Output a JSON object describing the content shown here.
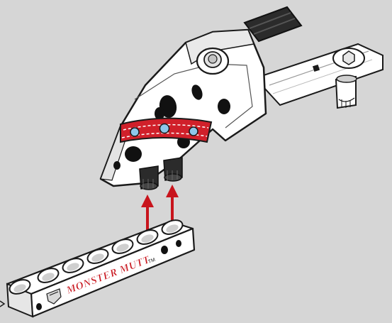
{
  "image": {
    "subject": "assembly-instruction-step",
    "colors": {
      "background": "#d6d6d6",
      "part_white": "#ffffff",
      "outline": "#1a1a1a",
      "shade": "#c8c8c8",
      "collar_red": "#d0202a",
      "stud_blue": "#8ec7ea",
      "arrow_red": "#c8141c",
      "peg_black": "#2b2b2b"
    },
    "beam": {
      "logo_text": "MONSTER MUTT",
      "tm_text": "TM"
    },
    "arrows": {
      "count": 2,
      "direction": "up"
    }
  }
}
